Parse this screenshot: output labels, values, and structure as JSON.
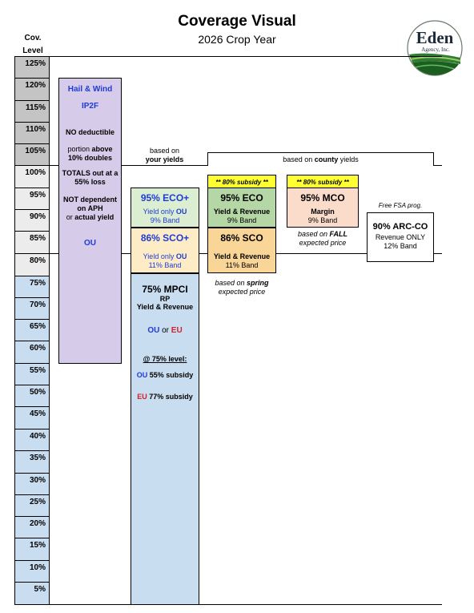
{
  "header": {
    "title": "Coverage Visual",
    "subtitle": "2026 Crop Year",
    "cov_label_1": "Cov.",
    "cov_label_2": "Level"
  },
  "logo": {
    "text": "Eden",
    "sub": "Agency, Inc.",
    "icon": "eden-field-swoosh-logo"
  },
  "levels": [
    "125%",
    "120%",
    "115%",
    "110%",
    "105%",
    "100%",
    "95%",
    "90%",
    "85%",
    "80%",
    "75%",
    "70%",
    "65%",
    "60%",
    "55%",
    "50%",
    "45%",
    "40%",
    "35%",
    "30%",
    "25%",
    "20%",
    "15%",
    "10%",
    "5%"
  ],
  "level_colors": {
    "high": "#c4c4c4",
    "mid": "#ececec",
    "low": "#c9ddf0"
  },
  "hail": {
    "title": "Hail & Wind",
    "product": "IP2F",
    "no_deductible": "NO deductible",
    "doubles_1": "portion",
    "doubles_bold": "above",
    "doubles_2": "10% doubles",
    "totals_1": "TOTALS out at a",
    "totals_2": "55% loss",
    "aph_1": "NOT dependent",
    "aph_2": "on APH",
    "aph_3": "or",
    "aph_4": "actual yield",
    "ou": "OU",
    "color": "#d6cce9"
  },
  "your_yields": {
    "line1": "based on",
    "line2": "your yields"
  },
  "county_yields": {
    "pre": "based on",
    "bold": "county",
    "post": "yields"
  },
  "eco_plus": {
    "title": "95% ECO+",
    "line1": "Yield only",
    "ou": "OU",
    "band": "9% Band",
    "color": "#dbeed1"
  },
  "sco_plus": {
    "title": "86% SCO+",
    "line1": "Yield only",
    "ou": "OU",
    "band": "11% Band",
    "color": "#fdecc6"
  },
  "mpci": {
    "title": "75% MPCI",
    "rp": "RP",
    "yr": "Yield & Revenue",
    "ou": "OU",
    "or": "or",
    "eu": "EU",
    "at_level": "@ 75% level:",
    "ou_sub": "55% subsidy",
    "eu_sub": "77% subsidy",
    "ou2": "OU",
    "eu2": "EU",
    "color": "#c9ddf0"
  },
  "eco": {
    "subsidy": "** 80% subsidy **",
    "title": "95% ECO",
    "yr": "Yield & Revenue",
    "band": "9% Band",
    "color": "#b5d6a5"
  },
  "sco": {
    "title": "86% SCO",
    "yr": "Yield & Revenue",
    "band": "11% Band",
    "color": "#f9d597",
    "note1_pre": "based on",
    "note1_bold": "spring",
    "note2": "expected price"
  },
  "mco": {
    "subsidy": "** 80% subsidy **",
    "title": "95% MCO",
    "sub": "Margin",
    "band": "9% Band",
    "color": "#fbdccb",
    "note1_pre": "based on",
    "note1_bold": "FALL",
    "note2": "expected price"
  },
  "arc": {
    "note": "Free FSA prog.",
    "title": "90% ARC-CO",
    "sub": "Revenue ONLY",
    "band": "12% Band"
  },
  "subsidy_color": "#ffff33"
}
